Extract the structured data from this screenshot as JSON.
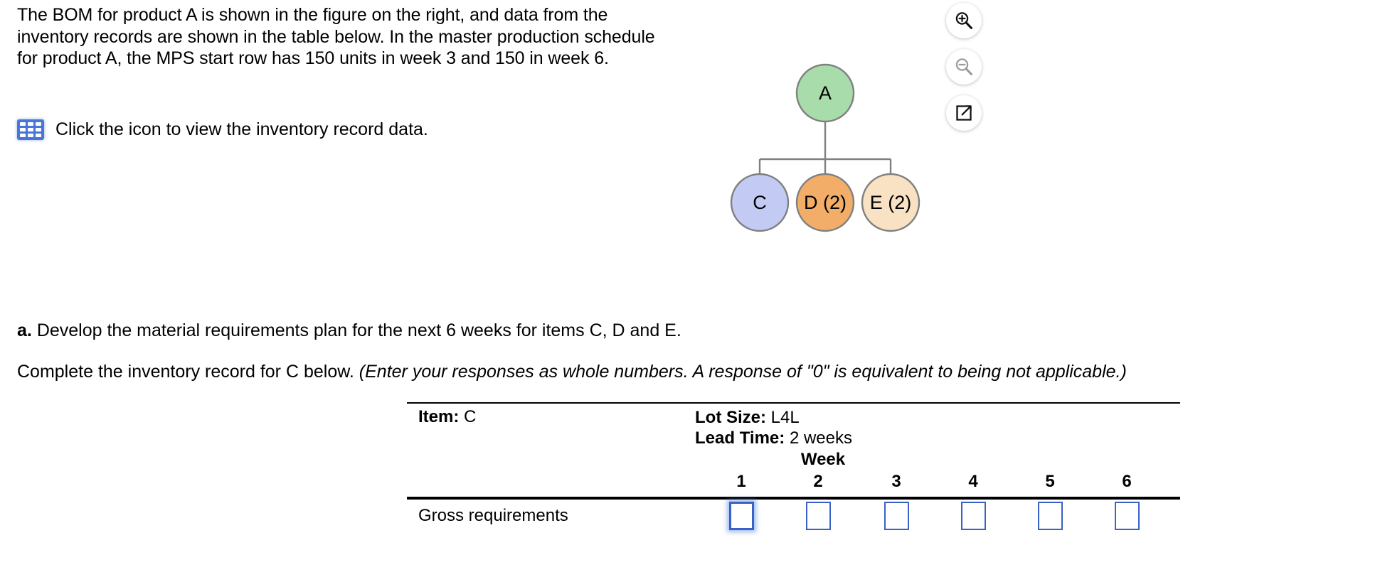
{
  "problem": {
    "statement": "The BOM for product A is shown in the figure on the right, and data from the inventory records are shown in the table below. In the master production schedule for product A, the MPS start row has 150 units in week 3 and 150 in week 6.",
    "icon_link_text": "Click the icon to view the inventory record data.",
    "grid_icon_name": "table-grid-icon"
  },
  "bom": {
    "title": "Bill of Materials for product A",
    "nodes": [
      {
        "id": "A",
        "label": "A",
        "level": 0,
        "color": "#a8dcab",
        "stroke": "#808080"
      },
      {
        "id": "C",
        "label": "C",
        "level": 1,
        "color": "#c3cbf4",
        "stroke": "#808080"
      },
      {
        "id": "D",
        "label": "D (2)",
        "level": 1,
        "color": "#f2ae68",
        "stroke": "#808080"
      },
      {
        "id": "E",
        "label": "E (2)",
        "level": 1,
        "color": "#f8e2c3",
        "stroke": "#808080"
      }
    ],
    "edges": [
      {
        "from": "A",
        "to": "C"
      },
      {
        "from": "A",
        "to": "D"
      },
      {
        "from": "A",
        "to": "E"
      }
    ],
    "line_color": "#808080"
  },
  "tools": [
    {
      "name": "zoom-in-button",
      "label": "Zoom in",
      "state": "enabled"
    },
    {
      "name": "zoom-out-button",
      "label": "Zoom out",
      "state": "disabled"
    },
    {
      "name": "open-in-new-window-button",
      "label": "Open in new window",
      "state": "enabled"
    }
  ],
  "question": {
    "part_letter": "a.",
    "part_text": "Develop the material requirements plan for the next 6 weeks for items C, D and E.",
    "complete_prefix": "Complete the inventory record for C below.",
    "complete_note": "(Enter your responses as whole numbers. A response of \"0\" is equivalent to being not applicable.)"
  },
  "record": {
    "item_label": "Item:",
    "item_value": "C",
    "lot_size_label": "Lot Size:",
    "lot_size_value": "L4L",
    "lead_time_label": "Lead Time:",
    "lead_time_value": "2 weeks",
    "week_header": "Week",
    "week_numbers": [
      "1",
      "2",
      "3",
      "4",
      "5",
      "6"
    ],
    "rows": [
      {
        "label": "Gross requirements",
        "values": [
          "",
          "",
          "",
          "",
          "",
          ""
        ],
        "focused_index": 0
      }
    ]
  },
  "colors": {
    "input_border": "#3a62c4",
    "input_focus_glow": "rgba(90,135,225,0.55)",
    "grid_icon": "#4a77d4",
    "rule": "#000000"
  }
}
